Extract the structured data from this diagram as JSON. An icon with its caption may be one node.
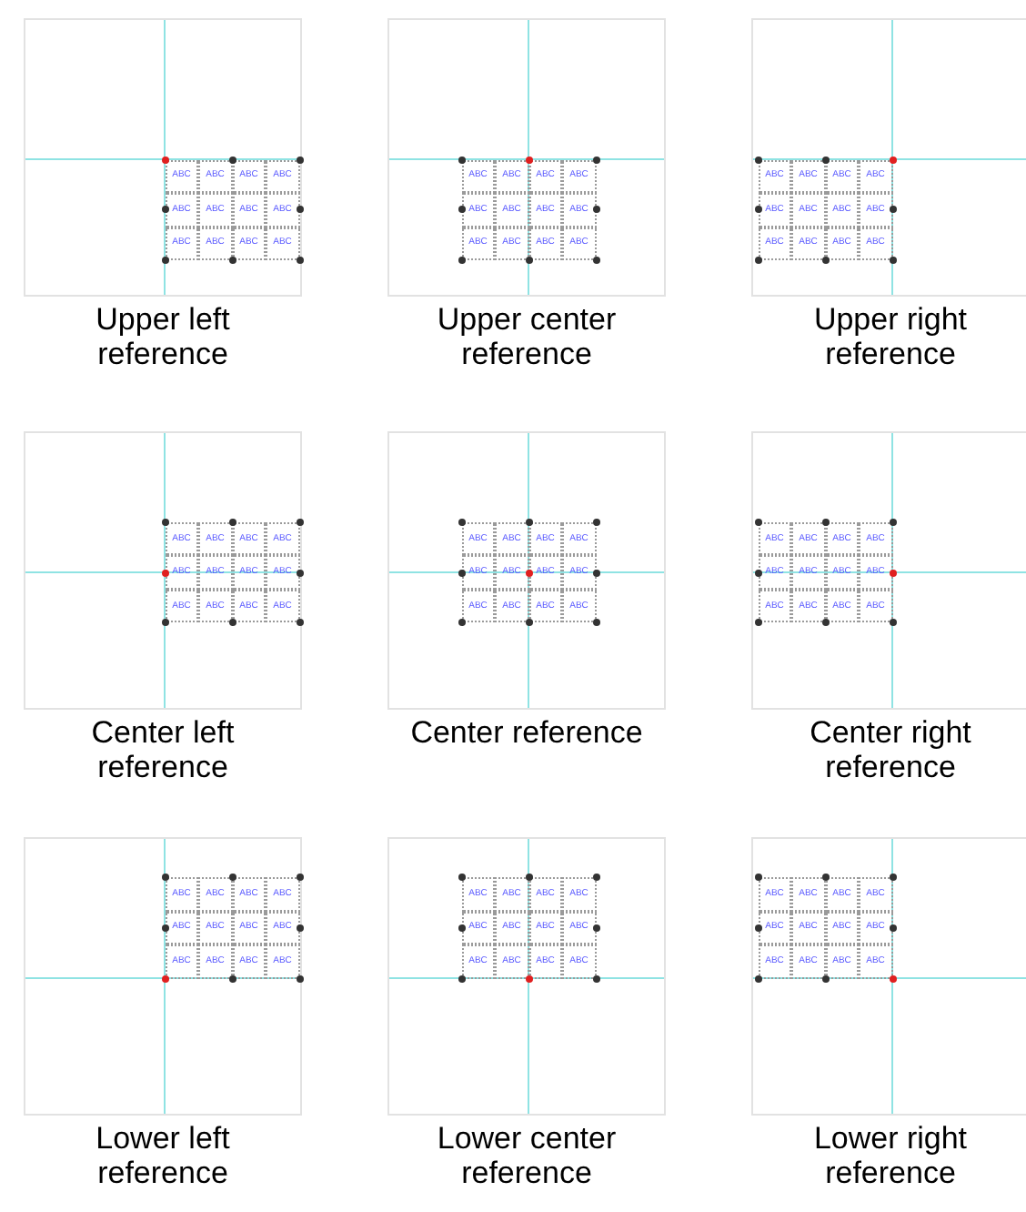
{
  "diagram": {
    "labels": [
      "ABC",
      "ABC",
      "ABC",
      "ABC",
      "ABC",
      "ABC",
      "ABC",
      "ABC",
      "ABC",
      "ABC",
      "ABC",
      "ABC",
      "Upper left reference",
      "ABC",
      "ABC",
      "ABC",
      "ABC",
      "ABC",
      "ABC",
      "ABC",
      "ABC",
      "ABC",
      "ABC",
      "ABC",
      "ABC",
      "Upper center reference",
      "ABC",
      "ABC",
      "ABC",
      "ABC",
      "ABC",
      "ABC",
      "ABC",
      "ABC",
      "ABC",
      "ABC",
      "ABC",
      "ABC",
      "Upper right reference",
      "ABC",
      "ABC",
      "ABC",
      "ABC",
      "ABC",
      "ABC",
      "ABC",
      "ABC",
      "ABC",
      "ABC",
      "ABC",
      "ABC",
      "Center left reference",
      "ABC",
      "ABC",
      "ABC",
      "ABC",
      "ABC",
      "ABC",
      "ABC",
      "ABC",
      "ABC",
      "ABC",
      "ABC",
      "ABC",
      "Center reference",
      "ABC",
      "ABC",
      "ABC",
      "ABC",
      "ABC",
      "ABC",
      "ABC",
      "ABC",
      "ABC",
      "ABC",
      "ABC",
      "ABC",
      "Center right reference",
      "ABC",
      "ABC",
      "ABC",
      "ABC",
      "ABC",
      "ABC",
      "ABC",
      "ABC",
      "ABC",
      "ABC",
      "ABC",
      "ABC",
      "Lower left reference",
      "ABC",
      "ABC",
      "ABC",
      "ABC",
      "ABC",
      "ABC",
      "ABC",
      "ABC",
      "ABC",
      "ABC",
      "ABC",
      "ABC",
      "Lower center reference",
      "ABC",
      "ABC",
      "ABC",
      "ABC",
      "ABC",
      "ABC",
      "ABC",
      "ABC",
      "ABC",
      "ABC",
      "ABC",
      "ABC",
      "Lower right reference"
    ]
  }
}
